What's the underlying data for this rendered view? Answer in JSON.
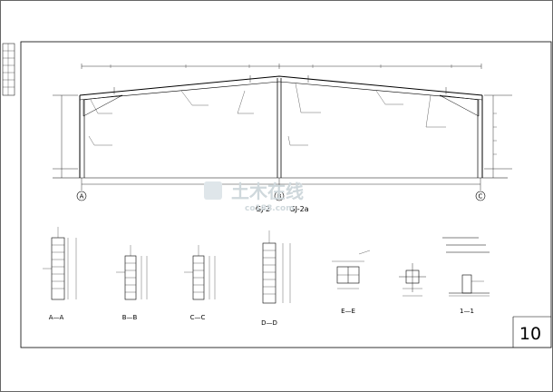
{
  "elevation": {
    "gridlines": [
      "A",
      "B",
      "C"
    ],
    "frame_marks": [
      "GJ-2",
      "GJ-2a"
    ]
  },
  "sections": {
    "labels": [
      "A—A",
      "B—B",
      "C—C",
      "D—D",
      "E—E",
      "1—1"
    ]
  },
  "sheet": {
    "number": "10"
  },
  "watermark": {
    "brand": "土木在线",
    "url": "co188.com"
  }
}
